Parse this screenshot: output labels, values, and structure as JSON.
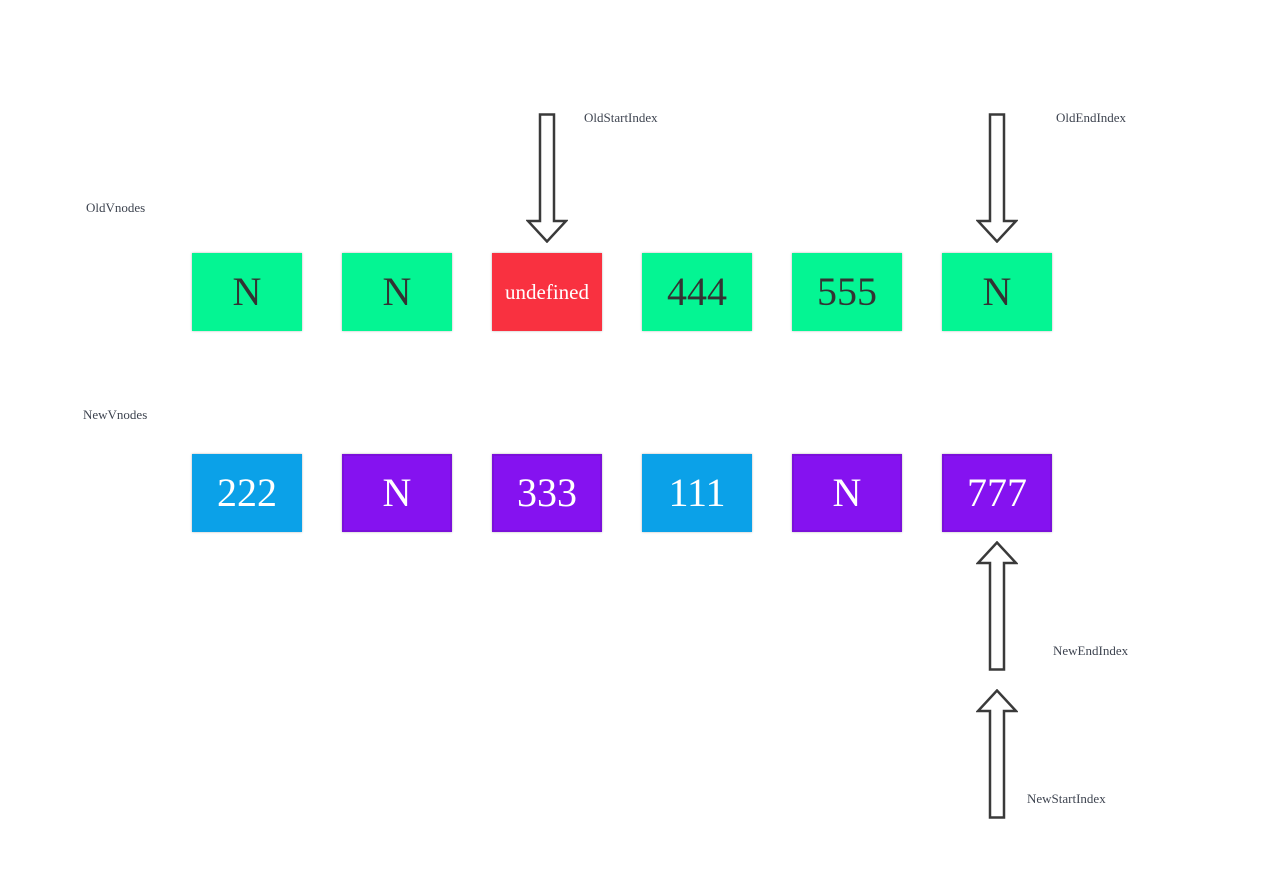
{
  "colors": {
    "canvas_bg": "#ffffff",
    "green": "#04f593",
    "red": "#f93140",
    "blue": "#0ba1e8",
    "purple": "#8512f0",
    "purple_border": "#7a10da",
    "arrow_stroke": "#3a3a3a",
    "label_text": "#3e4450",
    "dark_node_text": "#333333",
    "light_node_text": "#ffffff"
  },
  "old_row": {
    "label": "OldVnodes",
    "nodes": [
      {
        "text": "N",
        "color": "green",
        "size": "large"
      },
      {
        "text": "N",
        "color": "green",
        "size": "large"
      },
      {
        "text": "undefined",
        "color": "red",
        "size": "small"
      },
      {
        "text": "444",
        "color": "green",
        "size": "large"
      },
      {
        "text": "555",
        "color": "green",
        "size": "large"
      },
      {
        "text": "N",
        "color": "green",
        "size": "large"
      }
    ]
  },
  "new_row": {
    "label": "NewVnodes",
    "nodes": [
      {
        "text": "222",
        "color": "blue",
        "size": "large"
      },
      {
        "text": "N",
        "color": "purple",
        "size": "large"
      },
      {
        "text": "333",
        "color": "purple",
        "size": "large"
      },
      {
        "text": "111",
        "color": "blue",
        "size": "large"
      },
      {
        "text": "N",
        "color": "purple",
        "size": "large"
      },
      {
        "text": "777",
        "color": "purple",
        "size": "large"
      }
    ]
  },
  "pointers": [
    {
      "label": "OldStartIndex",
      "direction": "down",
      "target": "old_row.nodes.2"
    },
    {
      "label": "OldEndIndex",
      "direction": "down",
      "target": "old_row.nodes.5"
    },
    {
      "label": "NewEndIndex",
      "direction": "up",
      "target": "new_row.nodes.5"
    },
    {
      "label": "NewStartIndex",
      "direction": "up",
      "target": "new_row.nodes.5"
    }
  ]
}
